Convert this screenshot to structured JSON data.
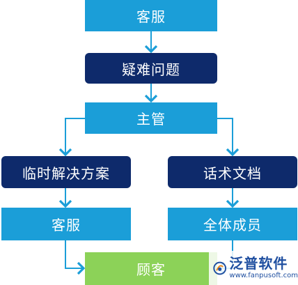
{
  "nodes": {
    "top": "客服",
    "issue": "疑难问题",
    "manager": "主管",
    "temporary": "临时解决方案",
    "script_doc": "话术文档",
    "cs_bottom": "客服",
    "all_members": "全体成员",
    "customer": "顾客"
  },
  "logo": {
    "name": "泛普软件",
    "url": "www.fanpusoft.com"
  },
  "colors": {
    "light_box": "#1b9ed8",
    "dark_box": "#0e2a6b",
    "green_box": "#8cd258",
    "connector": "#1b9ed8"
  }
}
